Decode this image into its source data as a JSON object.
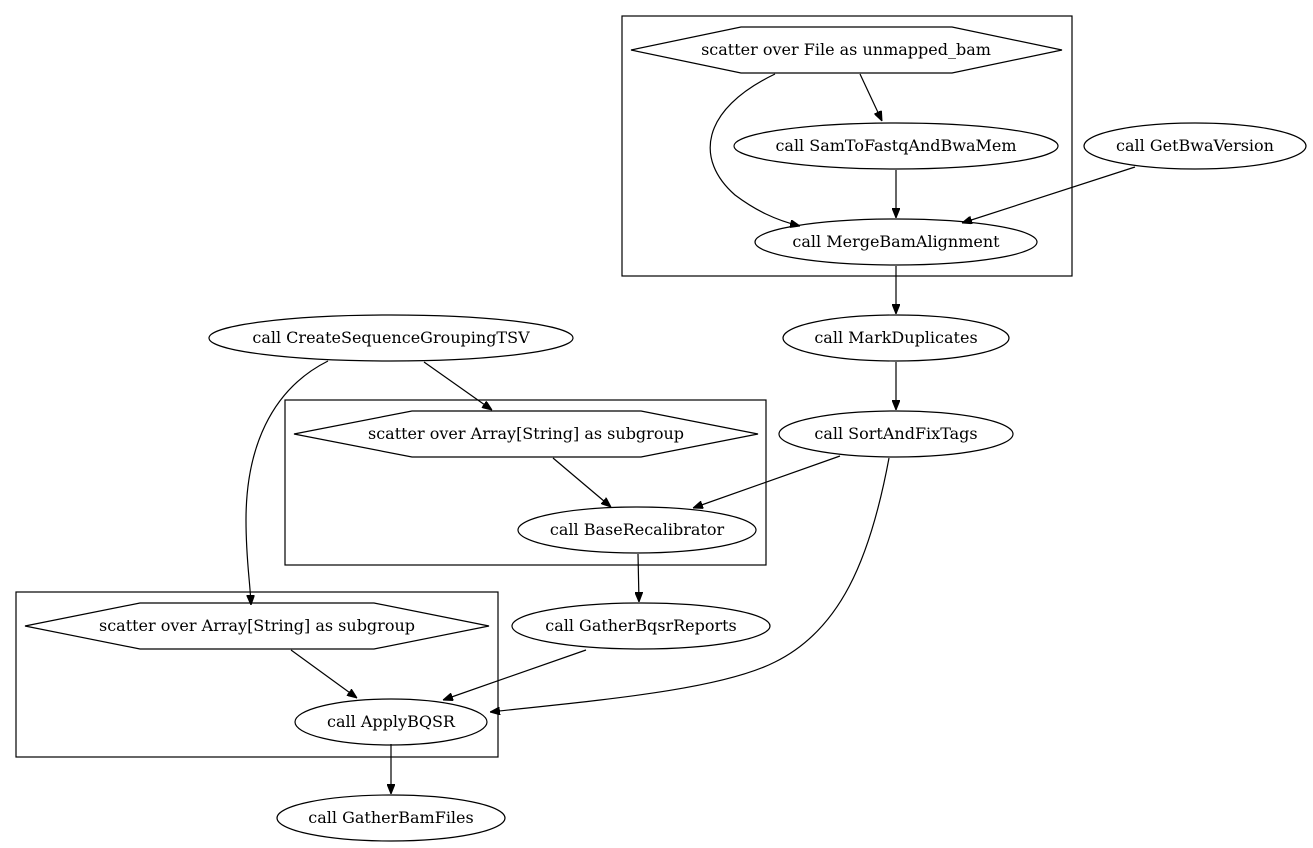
{
  "nodes": {
    "scatter_unmapped": "scatter over File as unmapped_bam",
    "samtofastq": "call SamToFastqAndBwaMem",
    "getbwaversion": "call GetBwaVersion",
    "mergebam": "call MergeBamAlignment",
    "markdup": "call MarkDuplicates",
    "createseq": "call CreateSequenceGroupingTSV",
    "sortfix": "call SortAndFixTags",
    "scatter_subgroup_1": "scatter over Array[String] as subgroup",
    "baserecal": "call BaseRecalibrator",
    "gatherbqsr": "call GatherBqsrReports",
    "scatter_subgroup_2": "scatter over Array[String] as subgroup",
    "applybqsr": "call ApplyBQSR",
    "gatherbam": "call GatherBamFiles"
  }
}
